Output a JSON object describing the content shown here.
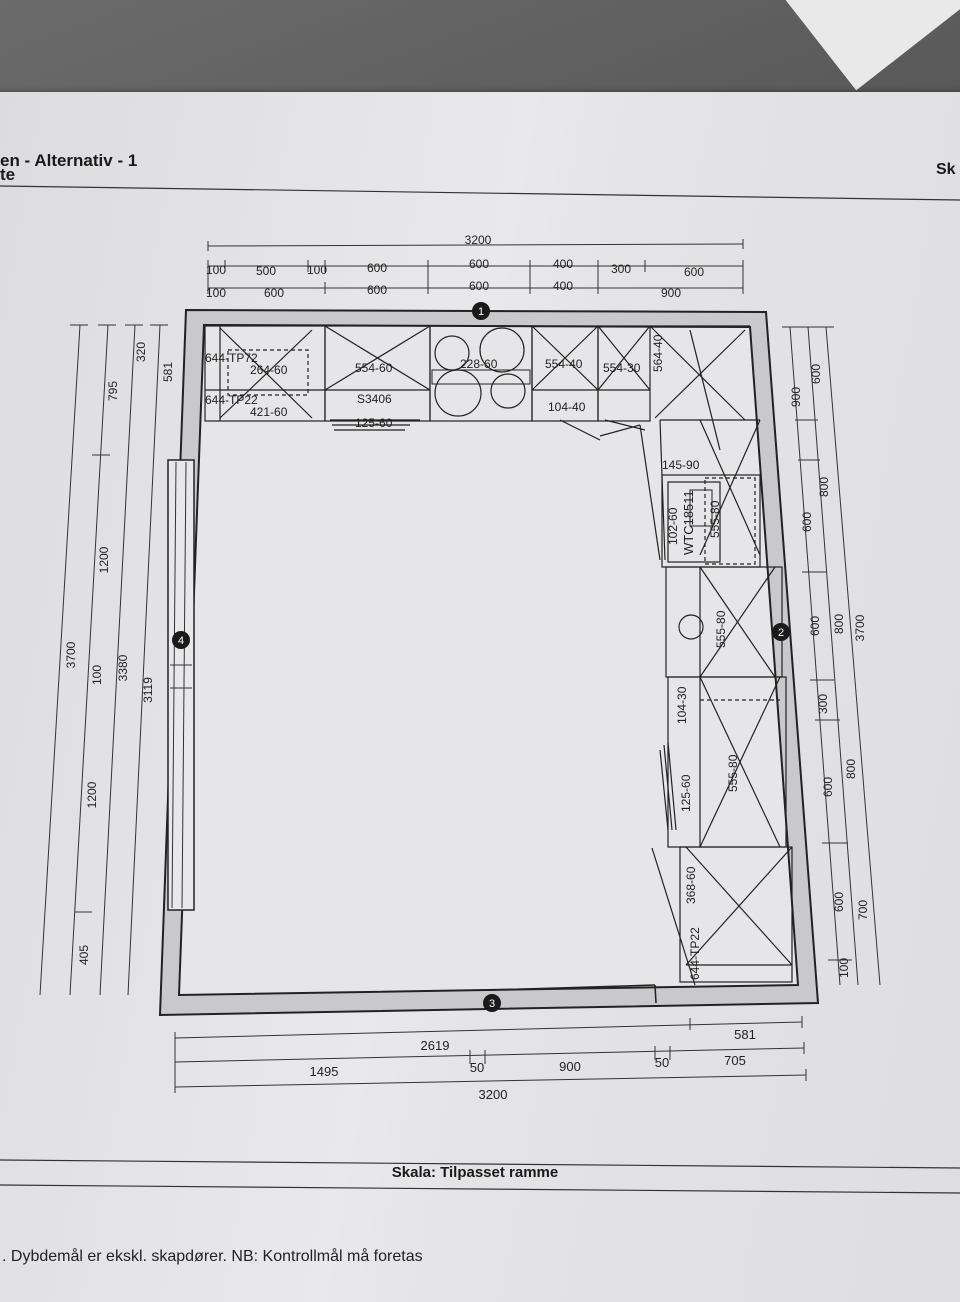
{
  "header": {
    "title": "en - Alternativ - 1",
    "subtitle": "te",
    "right_fragment": "Sk"
  },
  "footer": {
    "scale": "Skala: Tilpasset ramme",
    "note": ". Dybdemål er ekskl. skapdører. NB: Kontrollmål må foretas"
  },
  "walls": {
    "wall_1": "1",
    "wall_2": "2",
    "wall_3": "3",
    "wall_4": "4"
  },
  "dimensions_top": {
    "total": "3200",
    "row1": [
      "100",
      "500",
      "100",
      "600",
      "600",
      "400",
      "300",
      "600"
    ],
    "row2": [
      "100",
      "600",
      "600",
      "600",
      "400",
      "900"
    ]
  },
  "dimensions_left": [
    "3700",
    "100",
    "1200",
    "1200",
    "405",
    "795",
    "3380",
    "3119",
    "320",
    "581"
  ],
  "dimensions_right": [
    "900",
    "600",
    "800",
    "600",
    "600",
    "800",
    "300",
    "600",
    "800",
    "600",
    "700",
    "100",
    "3700"
  ],
  "dimensions_bottom": {
    "row1": [
      "2619",
      "581"
    ],
    "row2": [
      "1495",
      "50",
      "900",
      "50",
      "705"
    ],
    "total": "3200"
  },
  "cabinet_labels": {
    "top_wall": [
      "644-TP72",
      "264-60",
      "644-TP22",
      "421-60",
      "554-60",
      "S3406",
      "125-60",
      "228-60",
      "554-40",
      "554-30",
      "564-40",
      "104-40"
    ],
    "right_wall": [
      "145-90",
      "102-60",
      "WTC18511",
      "555-80",
      "555-80",
      "104-30",
      "555-80",
      "125-60",
      "368-60",
      "644-TP22"
    ]
  }
}
